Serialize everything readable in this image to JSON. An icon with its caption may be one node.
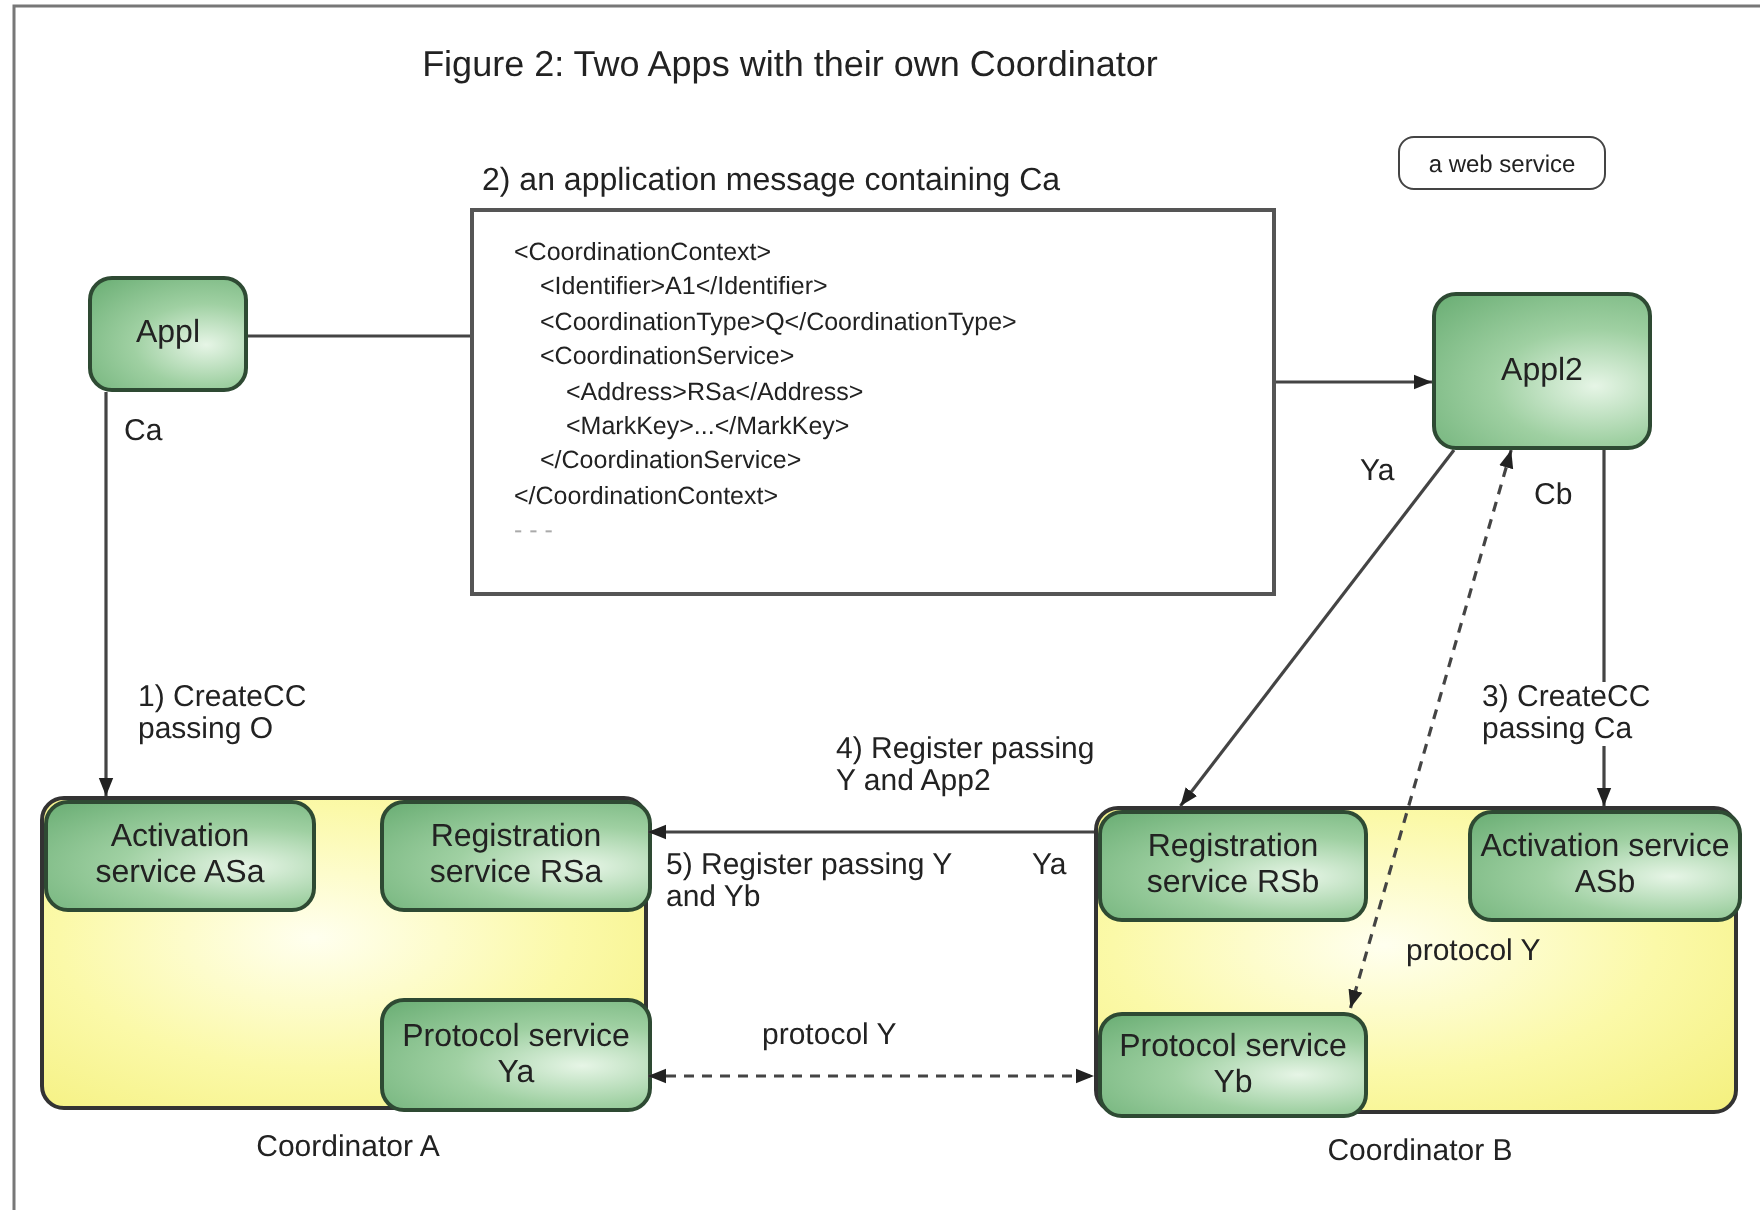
{
  "diagram": {
    "title": "Figure 2: Two Apps with their own Coordinator",
    "nodes": [
      {
        "text": [
          "Appl"
        ]
      },
      {
        "text": [
          "2) an application message containing Ca",
          "<CoordinationContext>",
          "<Identifier>A1</Identifier>",
          "<CoordinationType>Q</CoordinationType>",
          "<CoordinationService>",
          "<Address>RSa</Address>",
          "<MarkKey>...</MarkKey>",
          "</CoordinationService>",
          "</CoordinationContext>",
          "- - -"
        ]
      },
      {
        "text": [
          "Appl2"
        ]
      },
      {
        "text": [
          "a web service"
        ]
      },
      {
        "text": [
          "Coordinator A"
        ]
      },
      {
        "text": [
          "Activation service ASa"
        ],
        "in": 4
      },
      {
        "text": [
          "Registration service RSa"
        ],
        "in": 4
      },
      {
        "text": [
          "Protocol service Ya"
        ],
        "in": 4
      },
      {
        "text": [
          "Coordinator B"
        ]
      },
      {
        "text": [
          "Registration service RSb"
        ],
        "in": 8
      },
      {
        "text": [
          "Activation service ASb"
        ],
        "in": 8
      },
      {
        "text": [
          "Protocol service Yb"
        ],
        "in": 8
      }
    ],
    "edges": [
      {
        "from": 0,
        "to": 1,
        "arrow": "none"
      },
      {
        "from": 1,
        "to": 2,
        "arrow": "to"
      },
      {
        "from": 0,
        "to": 5,
        "arrow": "to"
      },
      {
        "from": 2,
        "to": 9,
        "arrow": "to"
      },
      {
        "from": 2,
        "to": 10,
        "arrow": "to"
      },
      {
        "from": 9,
        "to": 6,
        "arrow": "to"
      },
      {
        "from": 2,
        "to": 11,
        "arrow": "both",
        "style": "dashed"
      },
      {
        "from": 7,
        "to": 11,
        "arrow": "both",
        "style": "dashed"
      }
    ],
    "labels": [
      "Ca",
      "1) CreateCC passing O",
      "Ya",
      "Cb",
      "4) Register passing Y and App2",
      "3) CreateCC passing Ca",
      "5) Register passing Y and Yb",
      "Ya",
      "protocol Y",
      "protocol Y"
    ]
  }
}
